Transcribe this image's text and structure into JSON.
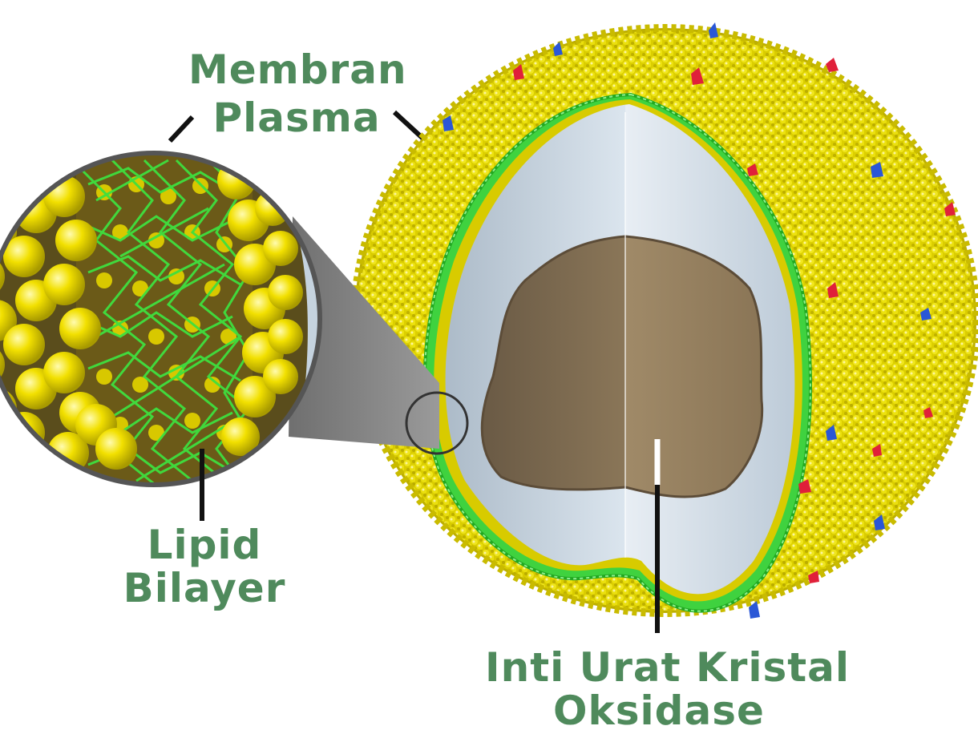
{
  "labels": {
    "membrane_line1": "Membran",
    "membrane_line2": "Plasma",
    "lipid_line1": "Lipid",
    "lipid_line2": "Bilayer",
    "core_line1": "Inti Urat Kristal",
    "core_line2": "Oksidase"
  },
  "colors": {
    "label_text": "#4f8a5c",
    "lipid_yellow": "#f2e000",
    "bilayer_green": "#3fd23f",
    "shell_white": "#c8d6e2",
    "core_brown": "#8a7454",
    "protein_red": "#e0203a",
    "protein_blue": "#2a57d6"
  }
}
